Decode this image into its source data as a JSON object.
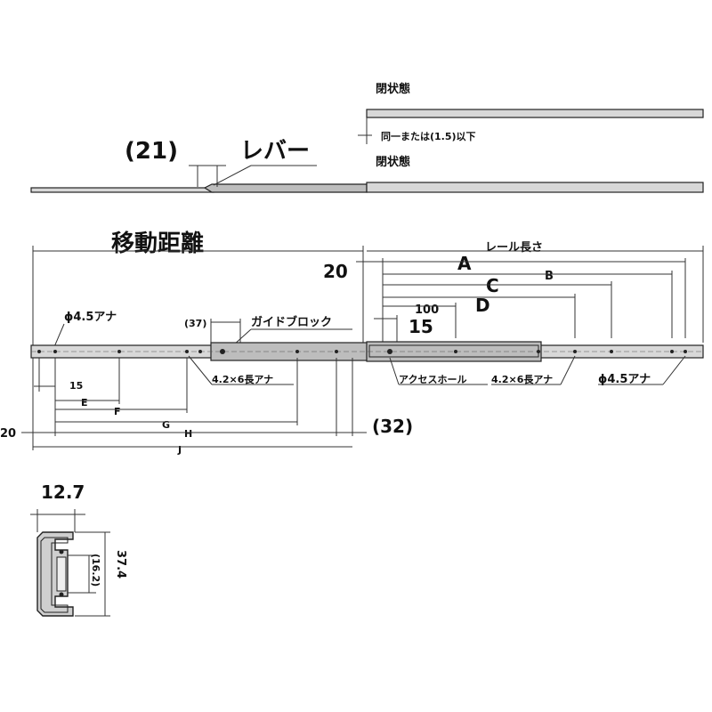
{
  "labels": {
    "closed_state_top": "閉状態",
    "same_or_less": "同一または(1.5)以下",
    "closed_state_mid": "閉状態",
    "lever_dim": "(21)",
    "lever": "レバー",
    "travel": "移動距離",
    "rail_length": "レール長さ",
    "dim_20_top": "20",
    "dim_A": "A",
    "dim_B": "B",
    "dim_C": "C",
    "dim_100": "100",
    "dim_D": "D",
    "dim_15_right": "15",
    "hole_45_left": "ϕ4.5アナ",
    "dim_37": "(37)",
    "guide_block": "ガイドブロック",
    "slot_left": "4.2×6長アナ",
    "access_hole": "アクセスホール",
    "slot_right": "4.2×6長アナ",
    "hole_45_right": "ϕ4.5アナ",
    "dim_15_left": "15",
    "dim_E": "E",
    "dim_F": "F",
    "dim_G": "G",
    "dim_H": "H",
    "dim_20_left": "20",
    "dim_32": "(32)",
    "dim_J": "J",
    "width_127": "12.7",
    "height_374": "37.4",
    "inner_162": "(16.2)"
  }
}
